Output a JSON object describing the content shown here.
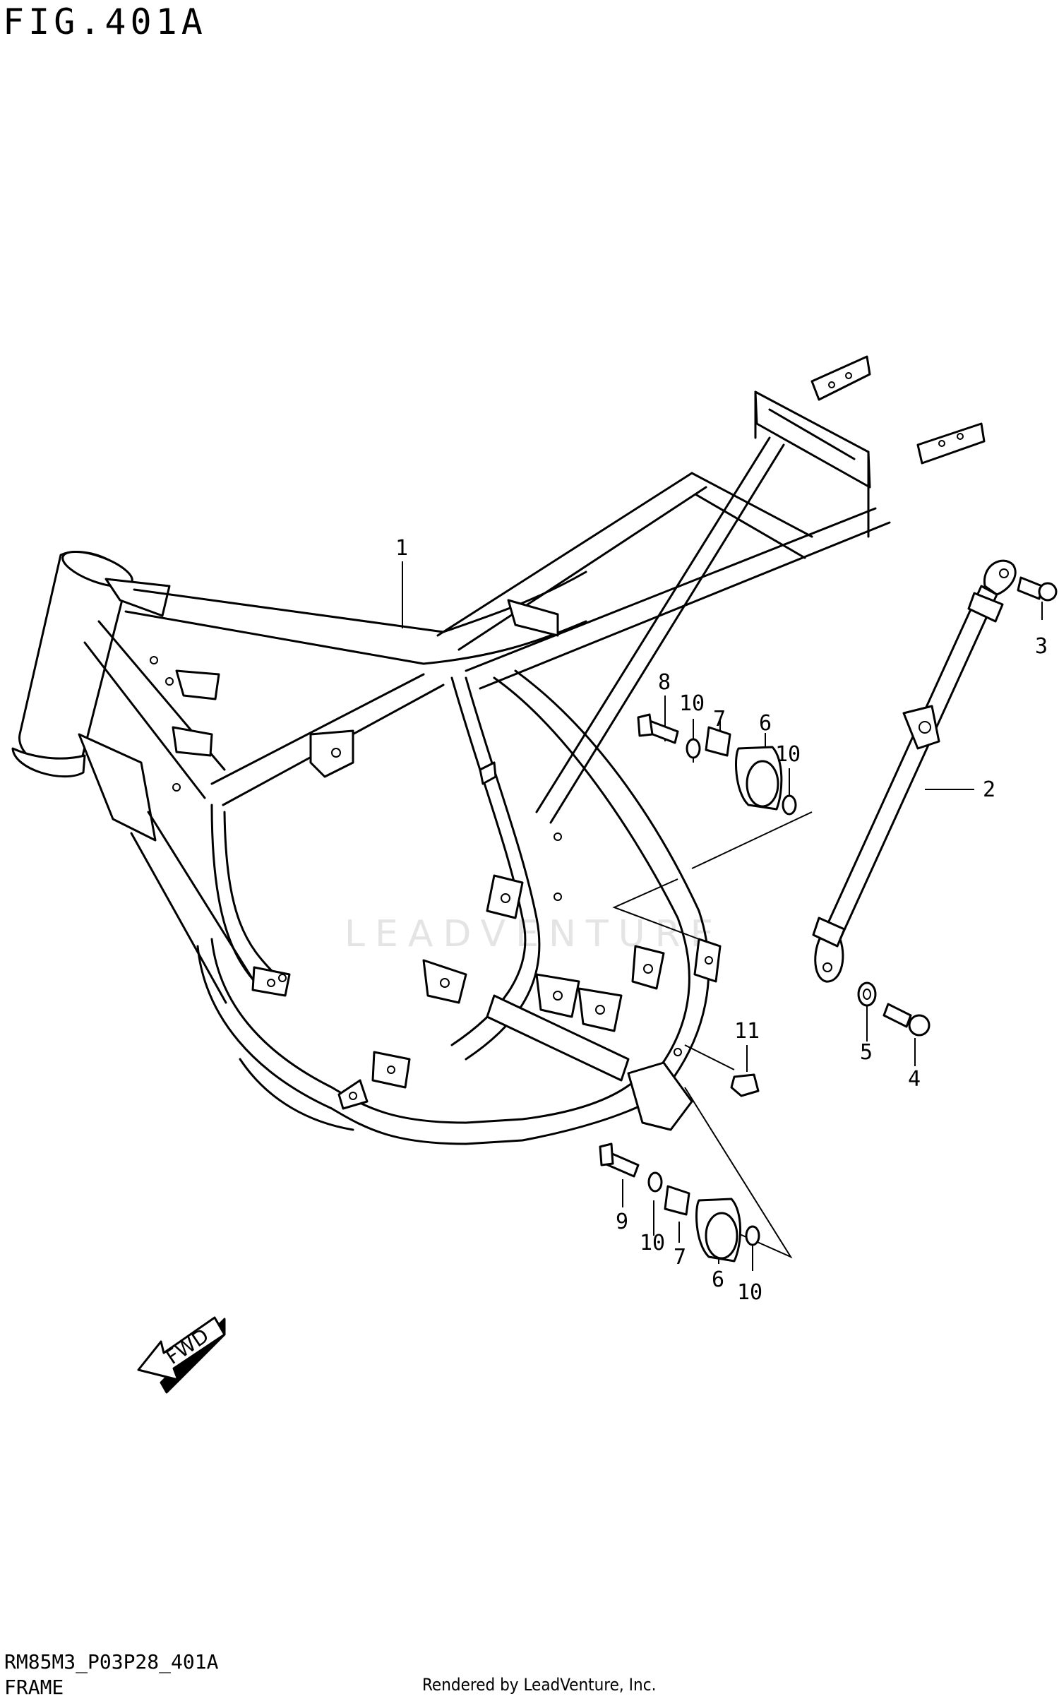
{
  "figure": {
    "title": "FIG.401A",
    "watermark": "LEADVENTURE"
  },
  "callouts": [
    {
      "id": "1",
      "label": "1"
    },
    {
      "id": "2",
      "label": "2"
    },
    {
      "id": "3",
      "label": "3"
    },
    {
      "id": "4",
      "label": "4"
    },
    {
      "id": "5",
      "label": "5"
    },
    {
      "id": "6a",
      "label": "6"
    },
    {
      "id": "6b",
      "label": "6"
    },
    {
      "id": "7a",
      "label": "7"
    },
    {
      "id": "7b",
      "label": "7"
    },
    {
      "id": "8",
      "label": "8"
    },
    {
      "id": "9",
      "label": "9"
    },
    {
      "id": "10a",
      "label": "10"
    },
    {
      "id": "10b",
      "label": "10"
    },
    {
      "id": "10c",
      "label": "10"
    },
    {
      "id": "10d",
      "label": "10"
    },
    {
      "id": "11",
      "label": "11"
    }
  ],
  "direction_arrow": {
    "label": "FWD"
  },
  "footer": {
    "code": "RM85M3_P03P28_401A",
    "name": "FRAME",
    "credit": "Rendered by LeadVenture, Inc."
  }
}
